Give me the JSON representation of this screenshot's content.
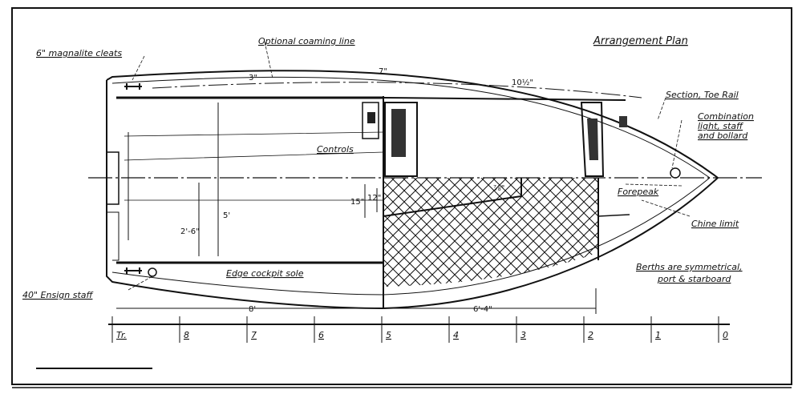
{
  "title": "Arrangement Plan",
  "labels": {
    "cleats": "6\" magnalite cleats",
    "coaming": "Optional coaming line",
    "toe_rail": "Section, Toe Rail",
    "combo_1": "Combination",
    "combo_2": "light, staff",
    "combo_3": "and bollard",
    "controls": "Controls",
    "forepeak": "Forepeak",
    "chine": "Chine limit",
    "berths_1": "Berths are symmetrical,",
    "berths_2": "port & starboard",
    "cockpit_sole": "Edge cockpit sole",
    "ensign": "40\" Ensign staff"
  },
  "dimensions": {
    "d3": "3\"",
    "d7": "7\"",
    "d10": "10½\"",
    "d26": "2'-6\"",
    "d5": "5'",
    "d15": "15\"",
    "d12": "12\"",
    "d78": "⅞\"",
    "len_aft": "8'",
    "len_fwd": "6'-4\""
  },
  "stations": [
    "Tr.",
    "8",
    "7",
    "6",
    "5",
    "4",
    "3",
    "2",
    "1",
    "0"
  ]
}
